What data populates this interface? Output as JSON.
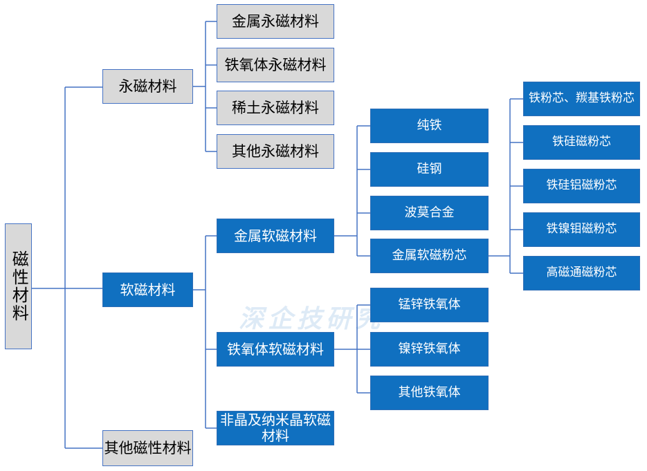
{
  "root": "磁性材料",
  "level1": [
    "永磁材料",
    "软磁材料",
    "其他磁性材料"
  ],
  "permanent": [
    "金属永磁材料",
    "铁氧体永磁材料",
    "稀土永磁材料",
    "其他永磁材料"
  ],
  "soft": [
    "金属软磁材料",
    "铁氧体软磁材料",
    "非晶及纳米晶软磁材料"
  ],
  "metal_soft": [
    "纯铁",
    "硅钢",
    "波莫合金",
    "金属软磁粉芯"
  ],
  "ferrite_soft": [
    "锰锌铁氧体",
    "镍锌铁氧体",
    "其他铁氧体"
  ],
  "powder_core": [
    "铁粉芯、羰基铁粉芯",
    "铁硅磁粉芯",
    "铁硅铝磁粉芯",
    "铁镍钼磁粉芯",
    "高磁通磁粉芯"
  ],
  "watermark": "深企技研究",
  "colors": {
    "gray": "#d9d9d9",
    "blue": "#1070c0",
    "line": "#4472c4"
  }
}
